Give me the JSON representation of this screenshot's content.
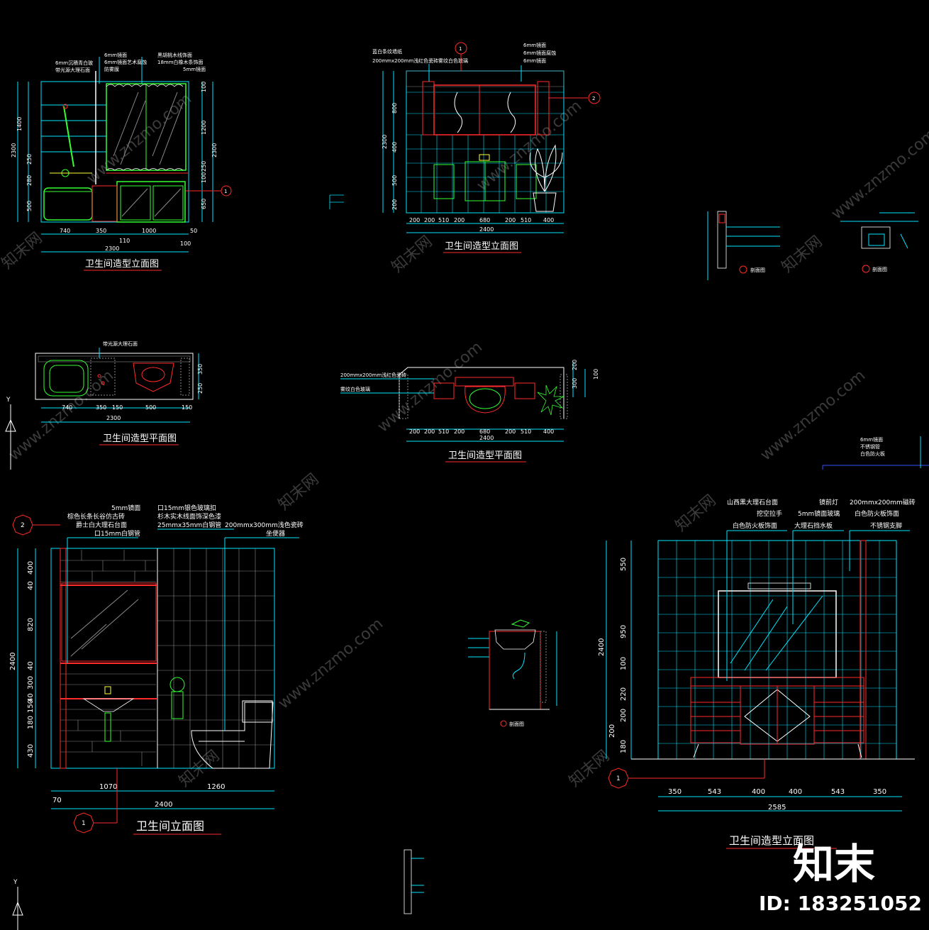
{
  "drawing": {
    "titles": {
      "elev_a": "卫生间造型立面图",
      "elev_b": "卫生间造型立面图",
      "plan_a": "卫生间造型平面图",
      "plan_b": "卫生间造型平面图",
      "elev_c": "卫生间立面图",
      "elev_d": "卫生间造型立面图",
      "section_1": "剖面图",
      "section_2": "剖面图",
      "section_3": "剖面图"
    },
    "elev_a": {
      "annotations": [
        "6mm镜面",
        "6mm镜面艺术腐蚀",
        "防雾膜",
        "黑胡桃木线饰面",
        "18mm白橡木条饰面",
        "5mm镜面",
        "6mm沉積青白玻",
        "带光源大理石面"
      ],
      "dims_h": [
        "740",
        "350",
        "1000",
        "50",
        "110",
        "100",
        "2300"
      ],
      "dims_v_left": [
        "1400",
        "250",
        "280",
        "500",
        "2300"
      ],
      "dims_v_right": [
        "100",
        "1200",
        "250",
        "100",
        "650",
        "2300"
      ],
      "marker": "1"
    },
    "elev_b": {
      "annotations": [
        "蓝白条纹墙纸",
        "200mmx200mm浅红色瓷砖",
        "雾纹白色玻璃",
        "6mm镜面",
        "6mm镜面腐蚀",
        "6mm镜面"
      ],
      "dims_h": [
        "200",
        "200",
        "510",
        "200",
        "680",
        "200",
        "510",
        "400",
        "2400"
      ],
      "dims_v": [
        "2300",
        "800",
        "400",
        "500",
        "200"
      ],
      "marker_1": "1",
      "marker_2": "2"
    },
    "plan_a": {
      "annotation": "带光源大理石面",
      "dims_h": [
        "740",
        "350",
        "150",
        "500",
        "150",
        "2300"
      ],
      "dims_v": [
        "350",
        "250"
      ]
    },
    "plan_b": {
      "annotations": [
        "200mmx200mm浅红色瓷砖",
        "雾纹白色玻璃"
      ],
      "dims_h": [
        "200",
        "200",
        "510",
        "200",
        "680",
        "200",
        "510",
        "400",
        "2400"
      ],
      "dims_v": [
        "200",
        "300",
        "100"
      ]
    },
    "elev_c": {
      "annotations_left": [
        "5mm镜面",
        "棕色长条长谷仿古砖",
        "爵士白大理石台面",
        "口15mm白钢管"
      ],
      "annotations_mid": [
        "口15mm银色玻璃扣",
        "杉木实木线面饰深色漆",
        "25mmx35mm白钢管"
      ],
      "annotations_right": [
        "200mmx300mm浅色瓷砖",
        "坐便器"
      ],
      "dims_v": [
        "400",
        "40",
        "820",
        "40",
        "300",
        "40",
        "150",
        "180",
        "430",
        "2400"
      ],
      "dims_h": [
        "1070",
        "1260",
        "70",
        "2400"
      ],
      "marker_top": "2",
      "marker_bottom": "1"
    },
    "elev_d": {
      "annotations": [
        "山西黑大理石台面",
        "挖空拉手",
        "白色防火板饰面",
        "镜前灯",
        "5mm镜面玻璃",
        "大理石挡水板",
        "200mmx200mm磁砖",
        "白色防火板饰面",
        "不锈钢支脚"
      ],
      "dims_v": [
        "550",
        "950",
        "100",
        "220",
        "200",
        "200",
        "180",
        "2400"
      ],
      "dims_h": [
        "350",
        "543",
        "400",
        "400",
        "543",
        "350",
        "2585"
      ],
      "marker": "1"
    },
    "right_edge_annotations": [
      "6mm镜面",
      "不锈钢管",
      "白色防火板"
    ]
  },
  "watermark": {
    "text_cn": "知末网",
    "text_url": "www.znzmo.com",
    "brand": "知末",
    "id_label": "ID: 183251052"
  },
  "axis_marker": "Y",
  "colors": {
    "background": "#000000",
    "cyan": "#00e5ff",
    "red": "#ff2a2a",
    "green": "#33ff33",
    "white": "#ffffff"
  }
}
